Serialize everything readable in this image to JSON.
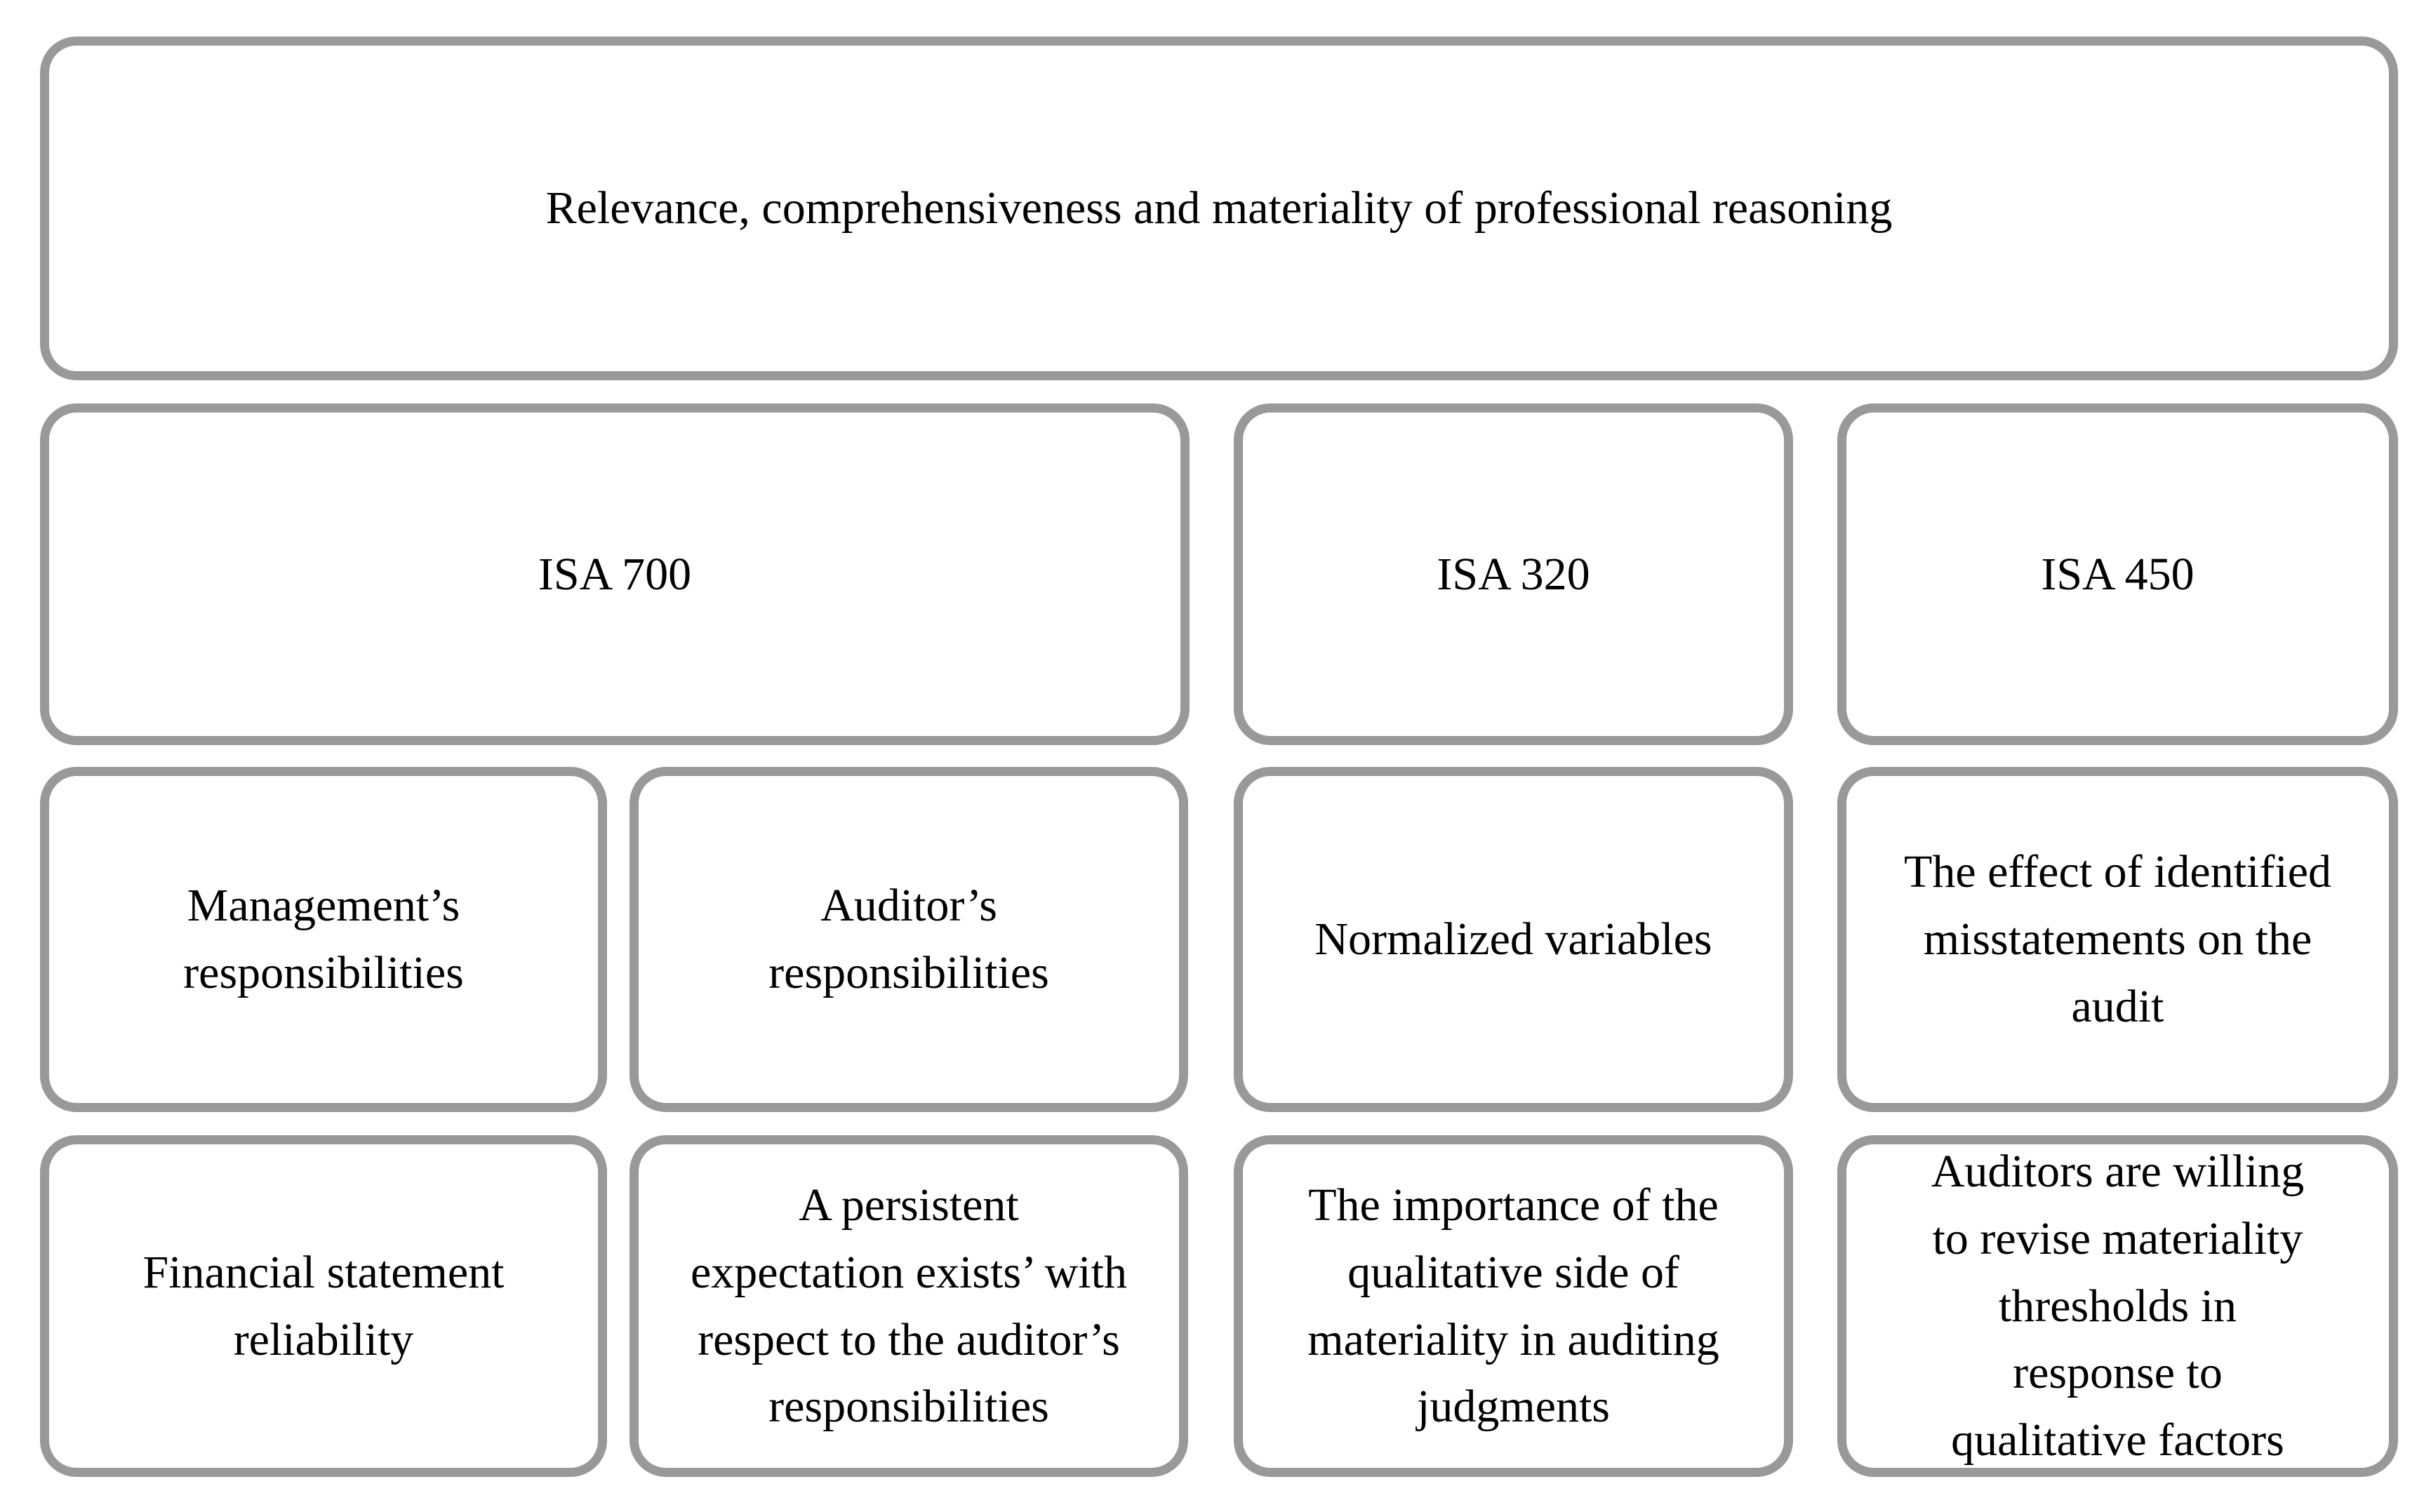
{
  "figure": {
    "top": {
      "label": "Relevance, comprehensiveness and materiality of professional reasoning"
    },
    "level2": [
      {
        "label": "ISA 700"
      },
      {
        "label": "ISA 320"
      },
      {
        "label": "ISA 450"
      }
    ],
    "level3": [
      {
        "label": "Management’s\nresponsibilities"
      },
      {
        "label": "Auditor’s\nresponsibilities"
      },
      {
        "label": "Normalized variables"
      },
      {
        "label": "The effect of identified\nmisstatements on the\naudit"
      }
    ],
    "level4": [
      {
        "label": "Financial statement\nreliability"
      },
      {
        "label": "A persistent\nexpectation exists’ with\nrespect to the auditor’s\nresponsibilities"
      },
      {
        "label": "The importance of the\nqualitative side of\nmateriality in auditing\njudgments"
      },
      {
        "label": "Auditors are willing\nto revise materiality\nthresholds in\nresponse to\nqualitative factors"
      }
    ]
  },
  "style": {
    "border_color": "#999999",
    "text_color": "#000000",
    "background": "#ffffff"
  }
}
